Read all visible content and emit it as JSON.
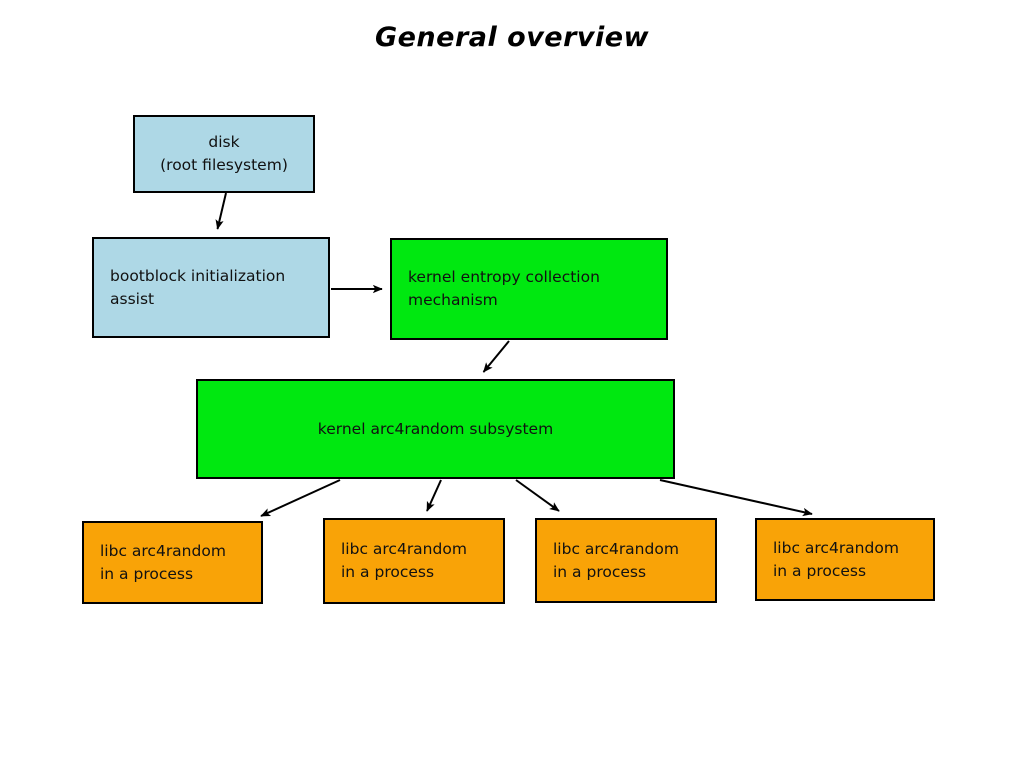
{
  "title": "General overview",
  "palette": {
    "background": "#ffffff",
    "disk_fill": "#aed8e6",
    "kernel_fill": "#00e810",
    "libc_fill": "#f9a307",
    "stroke": "#000000",
    "text": "#111111"
  },
  "nodes": {
    "disk": {
      "label": "disk\n(root filesystem)",
      "color": "#aed8e6",
      "align": "center"
    },
    "bootblock": {
      "label": "bootblock initialization\nassist",
      "color": "#aed8e6",
      "align": "left"
    },
    "entropy": {
      "label": "kernel entropy collection\nmechanism",
      "color": "#00e810",
      "align": "left"
    },
    "subsystem": {
      "label": "kernel arc4random subsystem",
      "color": "#00e810",
      "align": "center"
    },
    "libc1": {
      "label": "libc arc4random\nin a process",
      "color": "#f9a307",
      "align": "left"
    },
    "libc2": {
      "label": "libc arc4random\nin a process",
      "color": "#f9a307",
      "align": "left"
    },
    "libc3": {
      "label": "libc arc4random\nin a process",
      "color": "#f9a307",
      "align": "left"
    },
    "libc4": {
      "label": "libc arc4random\nin a process",
      "color": "#f9a307",
      "align": "left"
    }
  },
  "edges": [
    {
      "id": "disk-to-bootblock",
      "from": "disk",
      "to": "bootblock",
      "label": ""
    },
    {
      "id": "bootblock-to-entropy",
      "from": "bootblock",
      "to": "entropy",
      "label": ""
    },
    {
      "id": "entropy-to-subsystem",
      "from": "entropy",
      "to": "subsystem",
      "label": ""
    },
    {
      "id": "subsystem-to-libc1",
      "from": "subsystem",
      "to": "libc1",
      "label": ""
    },
    {
      "id": "subsystem-to-libc2",
      "from": "subsystem",
      "to": "libc2",
      "label": ""
    },
    {
      "id": "subsystem-to-libc3",
      "from": "subsystem",
      "to": "libc3",
      "label": ""
    },
    {
      "id": "subsystem-to-libc4",
      "from": "subsystem",
      "to": "libc4",
      "label": ""
    }
  ]
}
